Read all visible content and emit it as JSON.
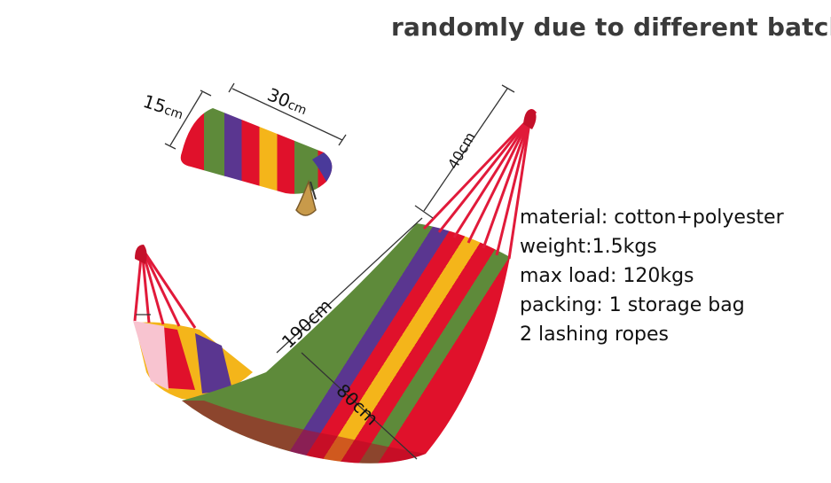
{
  "headline": "randomly due to different batch",
  "specs": [
    "material: cotton+polyester",
    "weight:1.5kgs",
    "max load: 120kgs",
    "packing: 1 storage bag",
    "2 lashing ropes"
  ],
  "dimensions": {
    "bag_height_value": "15",
    "bag_height_unit": "cm",
    "bag_length_value": "30",
    "bag_length_unit": "cm",
    "rope_length": "40cm",
    "hammock_length": "190cm",
    "hammock_width": "80cm"
  },
  "colors": {
    "stripe_red": "#e0112b",
    "stripe_green": "#5e8a3a",
    "stripe_purple": "#5a3690",
    "stripe_yellow": "#f4b51a",
    "stripe_orange": "#f08a18",
    "rope": "#e11a3a"
  }
}
